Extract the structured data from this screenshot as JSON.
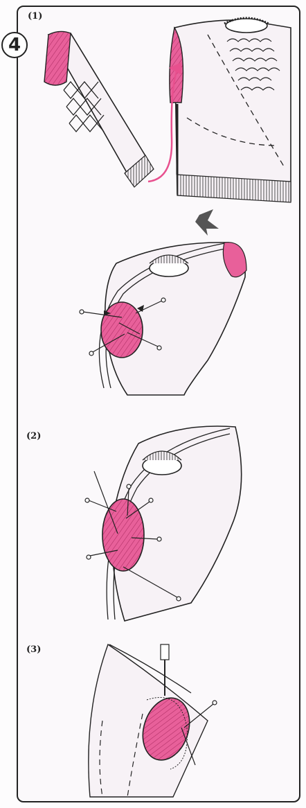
{
  "step_badge": "4",
  "labels": {
    "part1": "(1)",
    "part2": "(2)",
    "part3": "(3)"
  },
  "colors": {
    "pink": "#e8609a",
    "pink_light": "#f3b3cf",
    "arrow": "#e8508e",
    "ink": "#222222",
    "garment_fill": "#f7f2f6"
  }
}
